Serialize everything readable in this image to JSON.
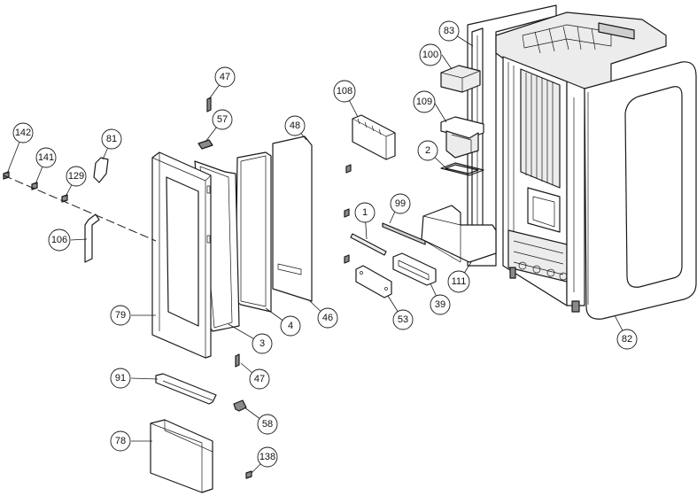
{
  "labels": {
    "p1": "1",
    "p2": "2",
    "p3": "3",
    "p4": "4",
    "p39": "39",
    "p46": "46",
    "p47a": "47",
    "p47b": "47",
    "p48": "48",
    "p53": "53",
    "p57": "57",
    "p58": "58",
    "p78": "78",
    "p79": "79",
    "p81": "81",
    "p82": "82",
    "p83": "83",
    "p91": "91",
    "p99": "99",
    "p100": "100",
    "p106": "106",
    "p108": "108",
    "p109": "109",
    "p111": "111",
    "p129": "129",
    "p138": "138",
    "p141": "141",
    "p142": "142"
  }
}
